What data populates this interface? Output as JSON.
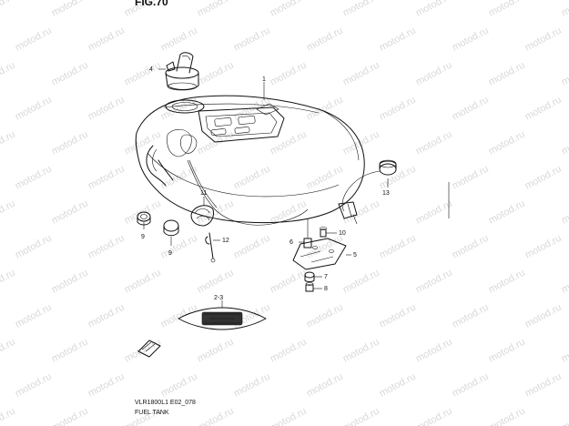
{
  "diagram": {
    "header_fragment": "FIG.70",
    "watermark_text": "motod.ru",
    "code_line": "VLR1800L1 E02_078",
    "caption": "FUEL TANK",
    "callouts": [
      {
        "id": "1",
        "label": "1"
      },
      {
        "id": "2-3",
        "label": "2-3"
      },
      {
        "id": "4",
        "label": "4"
      },
      {
        "id": "5",
        "label": "5"
      },
      {
        "id": "6",
        "label": "6"
      },
      {
        "id": "7",
        "label": "7"
      },
      {
        "id": "8",
        "label": "8"
      },
      {
        "id": "9a",
        "label": "9"
      },
      {
        "id": "9b",
        "label": "9"
      },
      {
        "id": "10",
        "label": "10"
      },
      {
        "id": "11",
        "label": "11"
      },
      {
        "id": "12",
        "label": "12"
      },
      {
        "id": "13",
        "label": "13"
      }
    ]
  }
}
